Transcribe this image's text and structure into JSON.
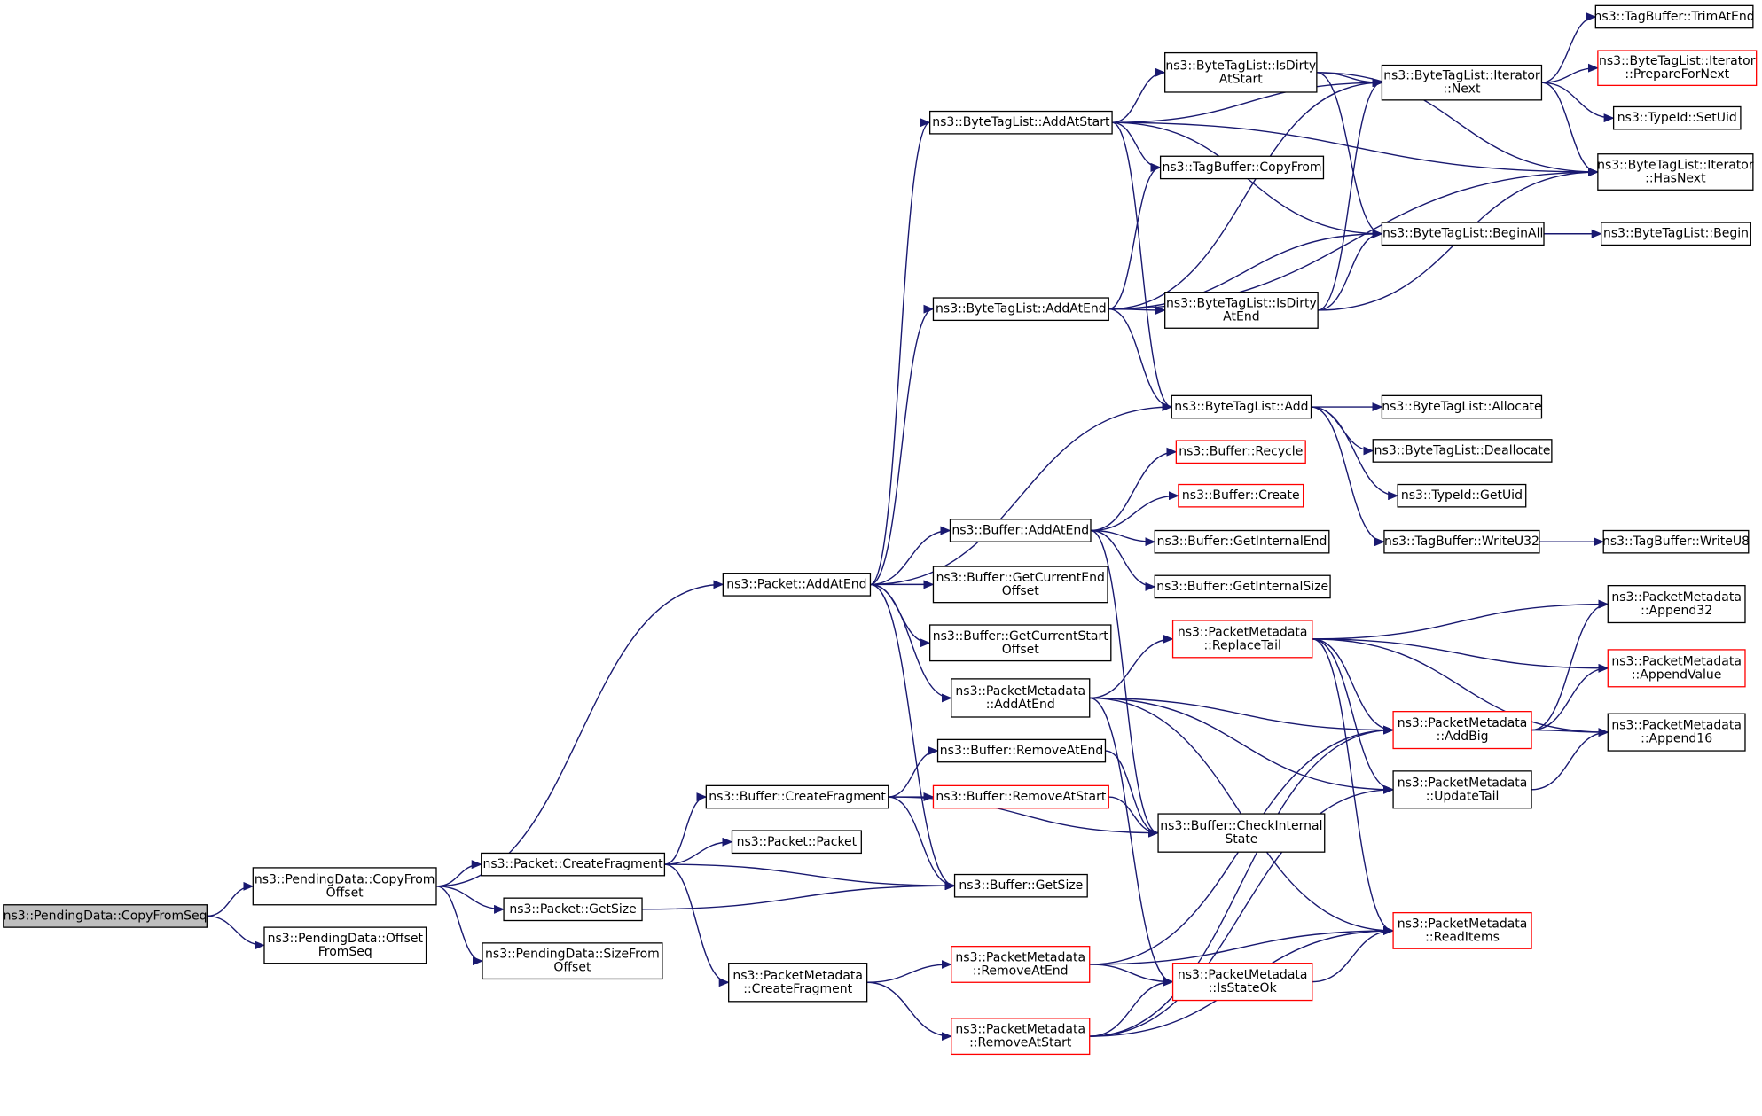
{
  "colors": {
    "edge": "#191970",
    "root_fill": "#bfbfbf",
    "border": "#000000",
    "red_border": "#ff0000"
  },
  "nodes": [
    {
      "id": "copyfromseq",
      "lines": [
        "ns3::PendingData::CopyFromSeq"
      ],
      "root": true
    },
    {
      "id": "copyfromoffset",
      "lines": [
        "ns3::PendingData::CopyFrom",
        "Offset"
      ]
    },
    {
      "id": "offsetfromseq",
      "lines": [
        "ns3::PendingData::Offset",
        "FromSeq"
      ]
    },
    {
      "id": "sizefromoffset",
      "lines": [
        "ns3::PendingData::SizeFrom",
        "Offset"
      ]
    },
    {
      "id": "pkt_addatend",
      "lines": [
        "ns3::Packet::AddAtEnd"
      ]
    },
    {
      "id": "pkt_createfragment",
      "lines": [
        "ns3::Packet::CreateFragment"
      ]
    },
    {
      "id": "pkt_getsize",
      "lines": [
        "ns3::Packet::GetSize"
      ]
    },
    {
      "id": "pkt_packet",
      "lines": [
        "ns3::Packet::Packet"
      ]
    },
    {
      "id": "buf_createfragment",
      "lines": [
        "ns3::Buffer::CreateFragment"
      ]
    },
    {
      "id": "pm_createfragment",
      "lines": [
        "ns3::PacketMetadata",
        "::CreateFragment"
      ]
    },
    {
      "id": "btl_addatstart",
      "lines": [
        "ns3::ByteTagList::AddAtStart"
      ]
    },
    {
      "id": "btl_addatend",
      "lines": [
        "ns3::ByteTagList::AddAtEnd"
      ]
    },
    {
      "id": "buf_addatend",
      "lines": [
        "ns3::Buffer::AddAtEnd"
      ]
    },
    {
      "id": "buf_getcurrentendoffset",
      "lines": [
        "ns3::Buffer::GetCurrentEnd",
        "Offset"
      ]
    },
    {
      "id": "buf_getcurrentstartoffset",
      "lines": [
        "ns3::Buffer::GetCurrentStart",
        "Offset"
      ]
    },
    {
      "id": "pm_addatend",
      "lines": [
        "ns3::PacketMetadata",
        "::AddAtEnd"
      ]
    },
    {
      "id": "buf_removeatend",
      "lines": [
        "ns3::Buffer::RemoveAtEnd"
      ]
    },
    {
      "id": "buf_removeatstart",
      "lines": [
        "ns3::Buffer::RemoveAtStart"
      ],
      "red": true
    },
    {
      "id": "buf_getsize",
      "lines": [
        "ns3::Buffer::GetSize"
      ]
    },
    {
      "id": "pm_removeatend",
      "lines": [
        "ns3::PacketMetadata",
        "::RemoveAtEnd"
      ],
      "red": true
    },
    {
      "id": "pm_removeatstart",
      "lines": [
        "ns3::PacketMetadata",
        "::RemoveAtStart"
      ],
      "red": true
    },
    {
      "id": "btl_isdirtyatstart",
      "lines": [
        "ns3::ByteTagList::IsDirty",
        "AtStart"
      ]
    },
    {
      "id": "tb_copyfrom",
      "lines": [
        "ns3::TagBuffer::CopyFrom"
      ]
    },
    {
      "id": "btl_isdirtyatend",
      "lines": [
        "ns3::ByteTagList::IsDirty",
        "AtEnd"
      ]
    },
    {
      "id": "btl_add",
      "lines": [
        "ns3::ByteTagList::Add"
      ]
    },
    {
      "id": "buf_recycle",
      "lines": [
        "ns3::Buffer::Recycle"
      ],
      "red": true
    },
    {
      "id": "buf_create",
      "lines": [
        "ns3::Buffer::Create"
      ],
      "red": true
    },
    {
      "id": "buf_getinternalend",
      "lines": [
        "ns3::Buffer::GetInternalEnd"
      ]
    },
    {
      "id": "buf_getinternalsize",
      "lines": [
        "ns3::Buffer::GetInternalSize"
      ]
    },
    {
      "id": "pm_replacetail",
      "lines": [
        "ns3::PacketMetadata",
        "::ReplaceTail"
      ],
      "red": true
    },
    {
      "id": "buf_checkinternalstate",
      "lines": [
        "ns3::Buffer::CheckInternal",
        "State"
      ]
    },
    {
      "id": "pm_isstateok",
      "lines": [
        "ns3::PacketMetadata",
        "::IsStateOk"
      ],
      "red": true
    },
    {
      "id": "btl_it_next",
      "lines": [
        "ns3::ByteTagList::Iterator",
        "::Next"
      ]
    },
    {
      "id": "btl_beginall",
      "lines": [
        "ns3::ByteTagList::BeginAll"
      ]
    },
    {
      "id": "btl_allocate",
      "lines": [
        "ns3::ByteTagList::Allocate"
      ]
    },
    {
      "id": "btl_deallocate",
      "lines": [
        "ns3::ByteTagList::Deallocate"
      ]
    },
    {
      "id": "typeid_getuid",
      "lines": [
        "ns3::TypeId::GetUid"
      ]
    },
    {
      "id": "tb_writeu32",
      "lines": [
        "ns3::TagBuffer::WriteU32"
      ]
    },
    {
      "id": "pm_addbig",
      "lines": [
        "ns3::PacketMetadata",
        "::AddBig"
      ],
      "red": true
    },
    {
      "id": "pm_updatetail",
      "lines": [
        "ns3::PacketMetadata",
        "::UpdateTail"
      ]
    },
    {
      "id": "pm_readitems",
      "lines": [
        "ns3::PacketMetadata",
        "::ReadItems"
      ],
      "red": true
    },
    {
      "id": "tb_trimatend",
      "lines": [
        "ns3::TagBuffer::TrimAtEnd"
      ]
    },
    {
      "id": "btl_it_preparefornext",
      "lines": [
        "ns3::ByteTagList::Iterator",
        "::PrepareForNext"
      ],
      "red": true
    },
    {
      "id": "typeid_setuid",
      "lines": [
        "ns3::TypeId::SetUid"
      ]
    },
    {
      "id": "btl_it_hasnext",
      "lines": [
        "ns3::ByteTagList::Iterator",
        "::HasNext"
      ]
    },
    {
      "id": "btl_begin",
      "lines": [
        "ns3::ByteTagList::Begin"
      ]
    },
    {
      "id": "tb_writeu8",
      "lines": [
        "ns3::TagBuffer::WriteU8"
      ]
    },
    {
      "id": "pm_append32",
      "lines": [
        "ns3::PacketMetadata",
        "::Append32"
      ]
    },
    {
      "id": "pm_appendvalue",
      "lines": [
        "ns3::PacketMetadata",
        "::AppendValue"
      ],
      "red": true
    },
    {
      "id": "pm_append16",
      "lines": [
        "ns3::PacketMetadata",
        "::Append16"
      ]
    }
  ],
  "edges": [
    [
      "copyfromseq",
      "copyfromoffset"
    ],
    [
      "copyfromseq",
      "offsetfromseq"
    ],
    [
      "copyfromoffset",
      "pkt_addatend"
    ],
    [
      "copyfromoffset",
      "pkt_createfragment"
    ],
    [
      "copyfromoffset",
      "pkt_getsize"
    ],
    [
      "copyfromoffset",
      "sizefromoffset"
    ],
    [
      "pkt_addatend",
      "btl_addatstart"
    ],
    [
      "pkt_addatend",
      "btl_addatend"
    ],
    [
      "pkt_addatend",
      "btl_add"
    ],
    [
      "pkt_addatend",
      "buf_addatend"
    ],
    [
      "pkt_addatend",
      "buf_getcurrentendoffset"
    ],
    [
      "pkt_addatend",
      "buf_getcurrentstartoffset"
    ],
    [
      "pkt_addatend",
      "pm_addatend"
    ],
    [
      "pkt_addatend",
      "buf_getsize"
    ],
    [
      "pkt_createfragment",
      "buf_createfragment"
    ],
    [
      "pkt_createfragment",
      "pkt_packet"
    ],
    [
      "pkt_createfragment",
      "buf_getsize"
    ],
    [
      "pkt_createfragment",
      "pm_createfragment"
    ],
    [
      "pkt_getsize",
      "buf_getsize"
    ],
    [
      "buf_createfragment",
      "buf_removeatend"
    ],
    [
      "buf_createfragment",
      "buf_removeatstart"
    ],
    [
      "buf_createfragment",
      "buf_checkinternalstate"
    ],
    [
      "buf_createfragment",
      "buf_getsize"
    ],
    [
      "pm_createfragment",
      "pm_removeatend"
    ],
    [
      "pm_createfragment",
      "pm_removeatstart"
    ],
    [
      "btl_addatstart",
      "btl_isdirtyatstart"
    ],
    [
      "btl_addatstart",
      "btl_it_next"
    ],
    [
      "btl_addatstart",
      "btl_it_hasnext"
    ],
    [
      "btl_addatstart",
      "tb_copyfrom"
    ],
    [
      "btl_addatstart",
      "btl_beginall"
    ],
    [
      "btl_addatstart",
      "btl_add"
    ],
    [
      "btl_addatend",
      "btl_isdirtyatend"
    ],
    [
      "btl_addatend",
      "btl_beginall"
    ],
    [
      "btl_addatend",
      "btl_it_next"
    ],
    [
      "btl_addatend",
      "tb_copyfrom"
    ],
    [
      "btl_addatend",
      "btl_add"
    ],
    [
      "btl_addatend",
      "btl_it_hasnext"
    ],
    [
      "btl_isdirtyatstart",
      "btl_it_next"
    ],
    [
      "btl_isdirtyatstart",
      "btl_beginall"
    ],
    [
      "btl_isdirtyatstart",
      "btl_it_hasnext"
    ],
    [
      "btl_isdirtyatend",
      "btl_beginall"
    ],
    [
      "btl_isdirtyatend",
      "btl_it_next"
    ],
    [
      "btl_isdirtyatend",
      "btl_it_hasnext"
    ],
    [
      "btl_it_next",
      "tb_trimatend"
    ],
    [
      "btl_it_next",
      "btl_it_preparefornext"
    ],
    [
      "btl_it_next",
      "typeid_setuid"
    ],
    [
      "btl_it_next",
      "btl_it_hasnext"
    ],
    [
      "btl_beginall",
      "btl_begin"
    ],
    [
      "btl_add",
      "btl_allocate"
    ],
    [
      "btl_add",
      "btl_deallocate"
    ],
    [
      "btl_add",
      "typeid_getuid"
    ],
    [
      "btl_add",
      "tb_writeu32"
    ],
    [
      "tb_writeu32",
      "tb_writeu8"
    ],
    [
      "buf_addatend",
      "buf_recycle"
    ],
    [
      "buf_addatend",
      "buf_create"
    ],
    [
      "buf_addatend",
      "buf_getinternalend"
    ],
    [
      "buf_addatend",
      "buf_getinternalsize"
    ],
    [
      "buf_addatend",
      "buf_checkinternalstate"
    ],
    [
      "buf_removeatend",
      "buf_checkinternalstate"
    ],
    [
      "buf_removeatstart",
      "buf_checkinternalstate"
    ],
    [
      "pm_addatend",
      "pm_replacetail"
    ],
    [
      "pm_addatend",
      "pm_addbig"
    ],
    [
      "pm_addatend",
      "pm_updatetail"
    ],
    [
      "pm_addatend",
      "pm_readitems"
    ],
    [
      "pm_addatend",
      "pm_isstateok"
    ],
    [
      "pm_replacetail",
      "pm_append32"
    ],
    [
      "pm_replacetail",
      "pm_appendvalue"
    ],
    [
      "pm_replacetail",
      "pm_append16"
    ],
    [
      "pm_replacetail",
      "pm_addbig"
    ],
    [
      "pm_replacetail",
      "pm_updatetail"
    ],
    [
      "pm_replacetail",
      "pm_readitems"
    ],
    [
      "pm_addbig",
      "pm_append32"
    ],
    [
      "pm_addbig",
      "pm_appendvalue"
    ],
    [
      "pm_addbig",
      "pm_append16"
    ],
    [
      "pm_updatetail",
      "pm_append16"
    ],
    [
      "pm_removeatend",
      "pm_isstateok"
    ],
    [
      "pm_removeatend",
      "pm_readitems"
    ],
    [
      "pm_removeatend",
      "pm_addbig"
    ],
    [
      "pm_removeatstart",
      "pm_isstateok"
    ],
    [
      "pm_removeatstart",
      "pm_addbig"
    ],
    [
      "pm_removeatstart",
      "pm_updatetail"
    ],
    [
      "pm_removeatstart",
      "pm_readitems"
    ],
    [
      "pm_isstateok",
      "pm_readitems"
    ]
  ]
}
